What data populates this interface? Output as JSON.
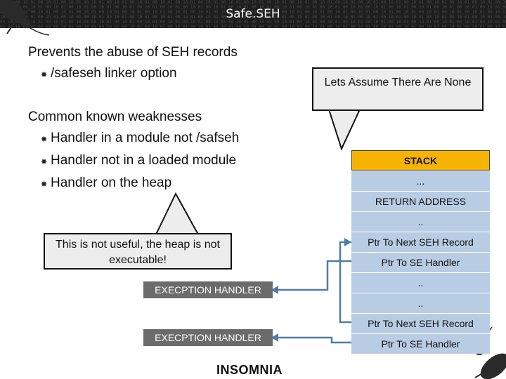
{
  "title": "Safe.SEH",
  "bullets": [
    {
      "text": "Prevents the abuse of SEH records",
      "level": 1
    },
    {
      "text": "/safeseh linker option",
      "level": 2
    },
    {
      "text": "",
      "level": 0
    },
    {
      "text": "Common known weaknesses",
      "level": 1
    },
    {
      "text": "Handler in a module not /safseh",
      "level": 2
    },
    {
      "text": "Handler not in a loaded module",
      "level": 2
    },
    {
      "text": "Handler on the heap",
      "level": 2
    }
  ],
  "callouts": {
    "assume": "Lets Assume There Are None",
    "heap_note": "This is not useful, the heap is not executable!"
  },
  "handlers": [
    "EXECPTION HANDLER",
    "EXECPTION HANDLER"
  ],
  "stack": {
    "header": "STACK",
    "rows": [
      "...",
      "RETURN ADDRESS",
      "..",
      "Ptr To Next SEH Record",
      "Ptr To SE Handler",
      "..",
      "..",
      "Ptr To Next SEH Record",
      "Ptr To SE Handler"
    ]
  },
  "logo": "INSOMNIA",
  "colors": {
    "header_bg": "#1e1e1e",
    "stack_header": "#f6b400",
    "stack_row": "#b8cce4",
    "arrow": "#4f7ca8",
    "callout_bg": "#ededed",
    "handler_box": "#6b6b6b"
  }
}
